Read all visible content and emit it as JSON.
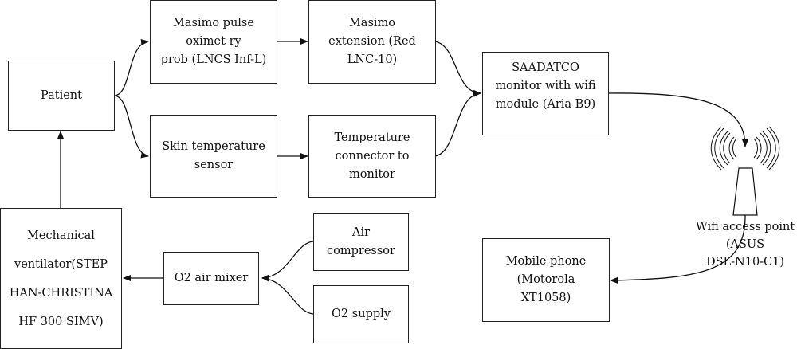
{
  "diagram": {
    "nodes": {
      "patient": "Patient",
      "pulse_oximetry_probe": "Masimo pulse\noximet ry\nprob (LNCS Inf-L)",
      "masimo_extension": "Masimo\nextension (Red\nLNC-10)",
      "skin_temperature_sensor": "Skin temperature\nsensor",
      "temperature_connector": "Temperature\nconnector to\nmonitor",
      "saadatco_monitor": "SAADATCO\nmonitor with wifi\nmodule (Aria B9)",
      "wifi_access_point": "Wifi access point\n(ASUS\nDSL-N10-C1)",
      "mobile_phone": "Mobile phone\n (Motorola\nXT1058)",
      "mechanical_ventilator": "Mechanical\nventilator(STEP\nHAN-CHRISTINA\nHF 300 SIMV)",
      "o2_air_mixer": "O2 air mixer",
      "air_compressor": "Air\ncompressor",
      "o2_supply": "O2 supply"
    },
    "edges": [
      {
        "from": "patient",
        "to": "pulse_oximetry_probe"
      },
      {
        "from": "patient",
        "to": "skin_temperature_sensor"
      },
      {
        "from": "pulse_oximetry_probe",
        "to": "masimo_extension"
      },
      {
        "from": "skin_temperature_sensor",
        "to": "temperature_connector"
      },
      {
        "from": "masimo_extension",
        "to": "saadatco_monitor"
      },
      {
        "from": "temperature_connector",
        "to": "saadatco_monitor"
      },
      {
        "from": "saadatco_monitor",
        "to": "wifi_access_point"
      },
      {
        "from": "wifi_access_point",
        "to": "mobile_phone"
      },
      {
        "from": "air_compressor",
        "to": "o2_air_mixer"
      },
      {
        "from": "o2_supply",
        "to": "o2_air_mixer"
      },
      {
        "from": "o2_air_mixer",
        "to": "mechanical_ventilator"
      },
      {
        "from": "mechanical_ventilator",
        "to": "patient"
      }
    ]
  }
}
